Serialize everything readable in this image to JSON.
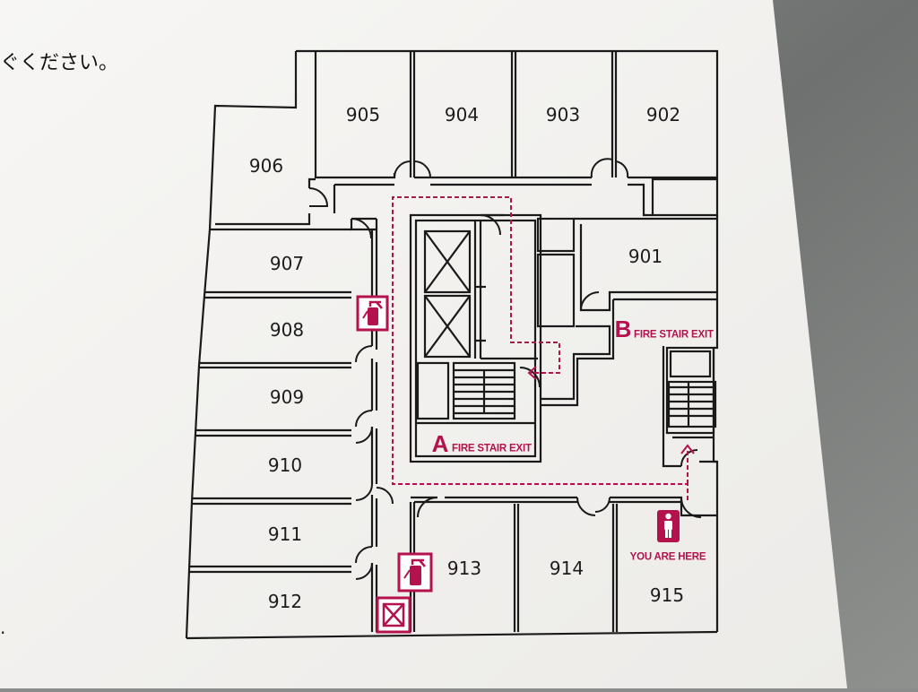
{
  "page": {
    "heading_fragment": "ぐください。",
    "edge_fragment": "."
  },
  "rooms": [
    {
      "id": "r905",
      "label": "905"
    },
    {
      "id": "r904",
      "label": "904"
    },
    {
      "id": "r903",
      "label": "903"
    },
    {
      "id": "r902",
      "label": "902"
    },
    {
      "id": "r906",
      "label": "906"
    },
    {
      "id": "r901",
      "label": "901"
    },
    {
      "id": "r907",
      "label": "907"
    },
    {
      "id": "r908",
      "label": "908"
    },
    {
      "id": "r909",
      "label": "909"
    },
    {
      "id": "r910",
      "label": "910"
    },
    {
      "id": "r911",
      "label": "911"
    },
    {
      "id": "r912",
      "label": "912"
    },
    {
      "id": "r913",
      "label": "913"
    },
    {
      "id": "r914",
      "label": "914"
    },
    {
      "id": "r915",
      "label": "915"
    }
  ],
  "exits": {
    "a": {
      "letter": "A",
      "text": "FIRE STAIR EXIT"
    },
    "b": {
      "letter": "B",
      "text": "FIRE STAIR EXIT"
    }
  },
  "you_are_here": "YOU ARE HERE",
  "icons": [
    "fire-extinguisher-icon",
    "person-icon",
    "elevator-icon",
    "stairs-icon",
    "hydrant-box-icon"
  ],
  "colors": {
    "wall": "#1a1a1a",
    "accent": "#b3124c",
    "board": "#f4f3f1",
    "background": "#8a8c8b"
  }
}
